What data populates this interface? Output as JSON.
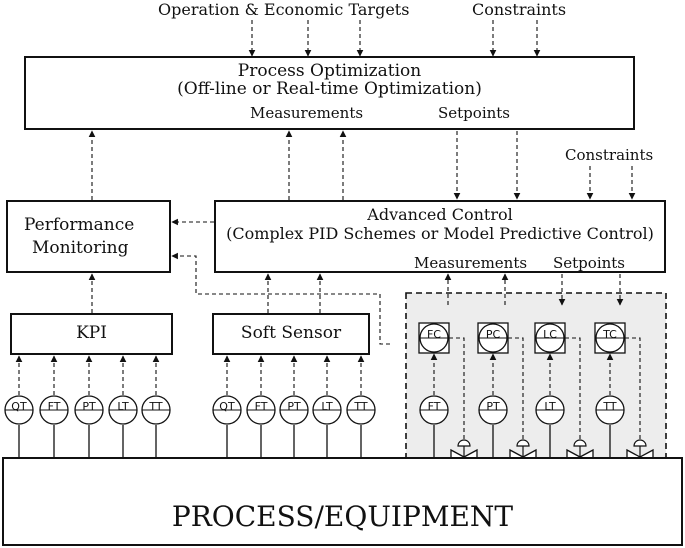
{
  "labels": {
    "top_targets": "Operation & Economic Targets",
    "top_constraints": "Constraints",
    "opt_line1": "Process Optimization",
    "opt_line2": "(Off-line or Real-time Optimization)",
    "opt_measurements": "Measurements",
    "opt_setpoints": "Setpoints",
    "adv_constraints": "Constraints",
    "adv_line1": "Advanced Control",
    "adv_line2": "(Complex PID Schemes or Model Predictive Control)",
    "adv_measurements": "Measurements",
    "adv_setpoints": "Setpoints",
    "perf_line1": "Performance",
    "perf_line2": "Monitoring",
    "kpi": "KPI",
    "soft_sensor": "Soft Sensor",
    "process": "PROCESS/EQUIPMENT"
  },
  "kpi_sensors": [
    "QT",
    "FT",
    "PT",
    "LT",
    "TT"
  ],
  "soft_sensors": [
    "QT",
    "FT",
    "PT",
    "LT",
    "TT"
  ],
  "controllers": [
    "FC",
    "PC",
    "LC",
    "TC"
  ],
  "transmitters": [
    "FT",
    "PT",
    "LT",
    "TT"
  ],
  "colors": {
    "line": "#111111",
    "control_panel_bg": "#ededed"
  }
}
